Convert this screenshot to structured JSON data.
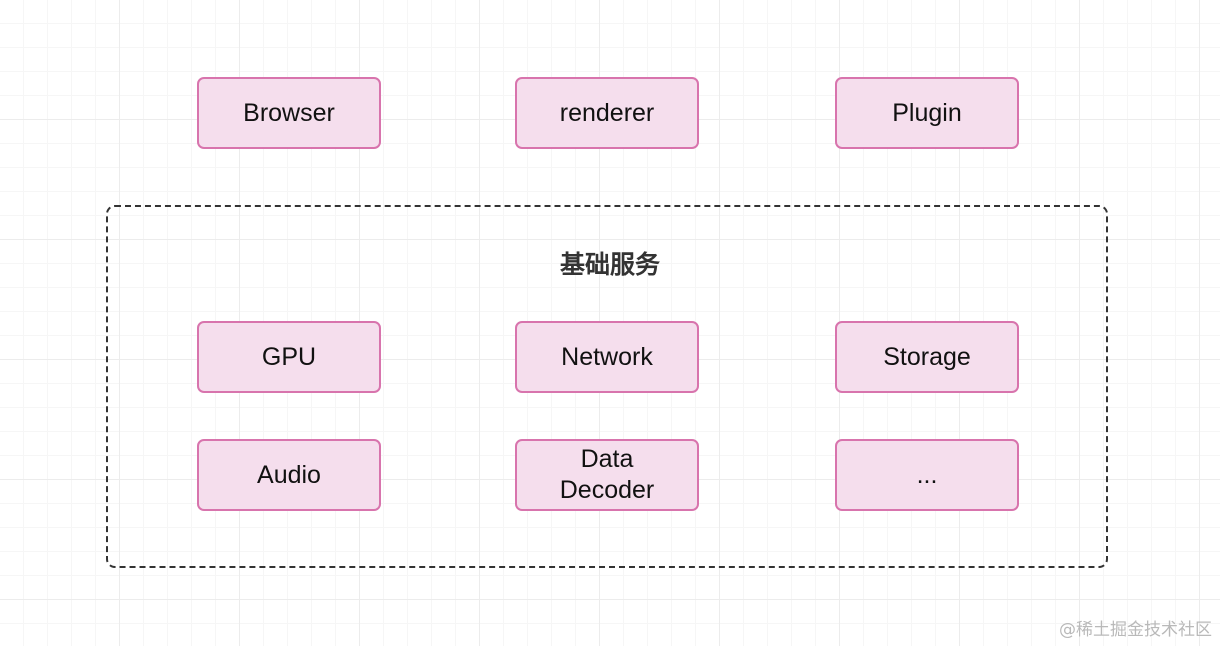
{
  "top_row": [
    {
      "label": "Browser"
    },
    {
      "label": "renderer"
    },
    {
      "label": "Plugin"
    }
  ],
  "group": {
    "title": "基础服务",
    "row1": [
      {
        "label": "GPU"
      },
      {
        "label": "Network"
      },
      {
        "label": "Storage"
      }
    ],
    "row2": [
      {
        "label": "Audio"
      },
      {
        "label_line1": "Data",
        "label_line2": "Decoder"
      },
      {
        "label": "..."
      }
    ]
  },
  "watermark": "@稀土掘金技术社区",
  "colors": {
    "node_fill": "#f5deed",
    "node_border": "#d874ad",
    "group_border": "#333333"
  }
}
